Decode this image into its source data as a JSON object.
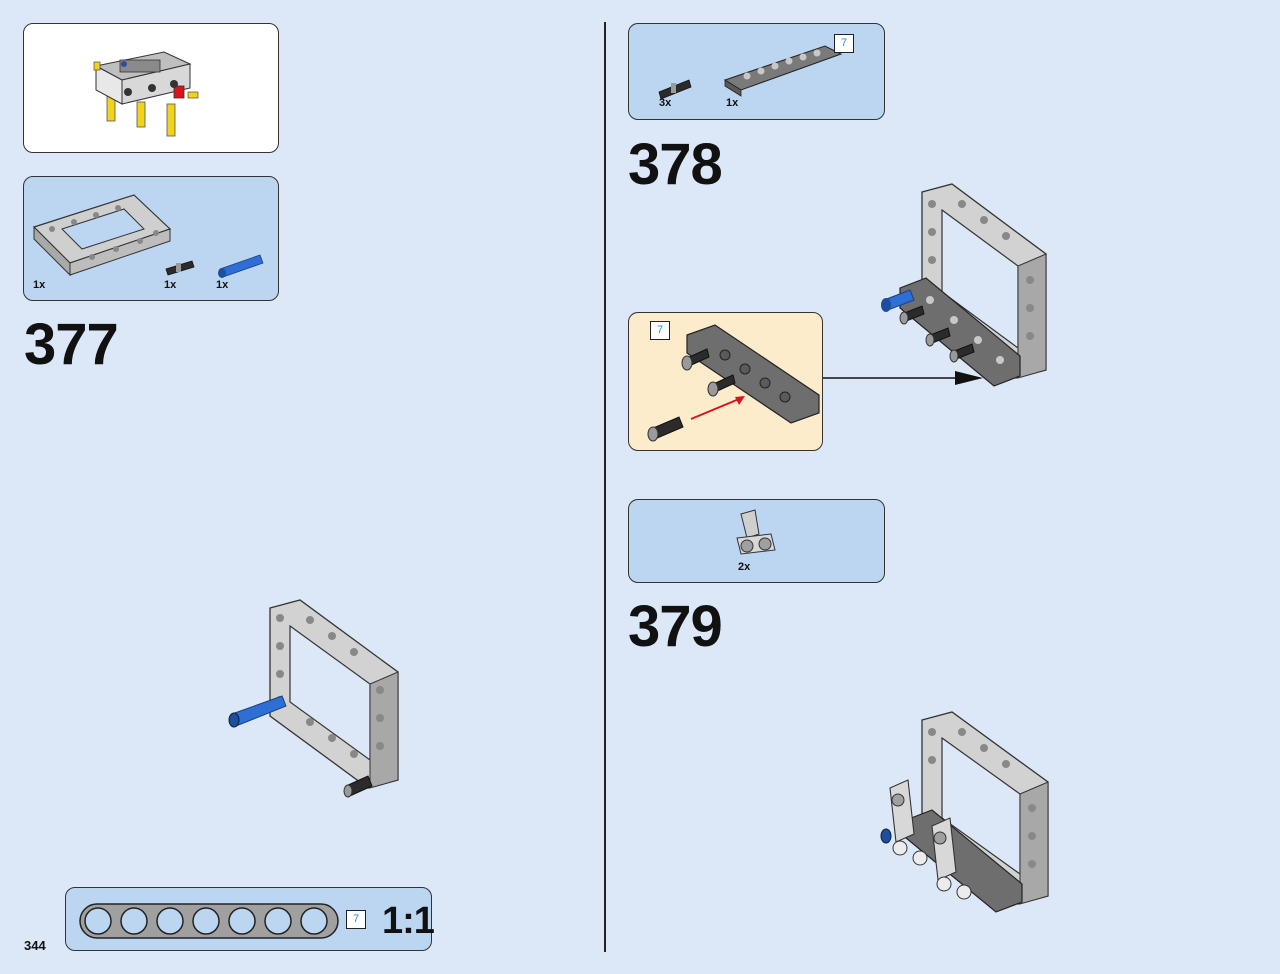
{
  "page": {
    "number": "344"
  },
  "left": {
    "step377": {
      "number": "377",
      "parts": [
        {
          "qty": "1x",
          "part": "5x7-open-frame-light-gray"
        },
        {
          "qty": "1x",
          "part": "short-pin-black"
        },
        {
          "qty": "1x",
          "part": "axle-pin-blue"
        }
      ]
    },
    "scale": {
      "length": "7",
      "label": "1:1"
    }
  },
  "right": {
    "step378": {
      "number": "378",
      "parts": [
        {
          "qty": "3x",
          "part": "short-pin-black"
        },
        {
          "qty": "1x",
          "part": "beam-7-dark-gray",
          "length": "7"
        }
      ],
      "subassembly": {
        "length": "7"
      }
    },
    "step379": {
      "number": "379",
      "parts": [
        {
          "qty": "2x",
          "part": "axle-pin-connector-light-gray"
        }
      ]
    }
  },
  "colors": {
    "background": "#dce8f8",
    "parts_box": "#bcd6f2",
    "subassembly_box": "#fdeccb",
    "light_gray": "#c8c8c8",
    "dark_gray": "#6e6e6e",
    "blue": "#2d6fd4",
    "red": "#d8151b",
    "yellow": "#f2d31b"
  }
}
